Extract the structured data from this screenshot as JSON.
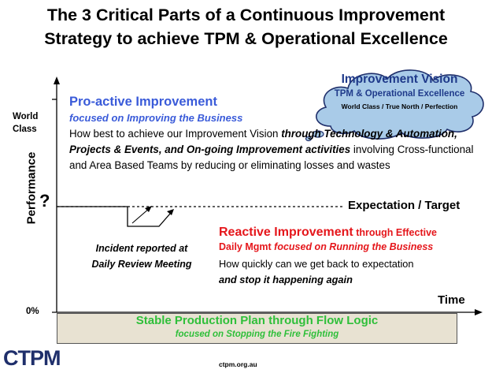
{
  "title": {
    "line1": "The 3 Critical Parts of a Continuous Improvement",
    "line2": "Strategy to achieve TPM & Operational Excellence"
  },
  "cloud": {
    "heading": "Improvement Vision",
    "subheading": "TPM & Operational Excellence",
    "detail": "World Class / True North / Perfection"
  },
  "axis": {
    "y_top_label_line1": "World",
    "y_top_label_line2": "Class",
    "y_title": "Performance",
    "y_marker": "?",
    "y_zero": "0%",
    "x_title": "Time"
  },
  "proactive": {
    "heading": "Pro-active Improvement",
    "subheading": "focused on Improving the Business",
    "body_plain_1": "How best to achieve our Improvement Vision ",
    "body_bold_italic": "through Technology & Automation, Projects & Events, and On-going Improvement activities",
    "body_plain_2": " involving Cross-functional and Area Based Teams by reducing or eliminating losses and wastes"
  },
  "expectation_label": "Expectation / Target",
  "incident": {
    "line1": "Incident reported at",
    "line2": "Daily Review Meeting"
  },
  "reactive": {
    "heading": "Reactive Improvement",
    "heading_suffix": " through Effective",
    "sub_plain": "Daily Mgmt ",
    "sub_italic": "focused on Running the Business",
    "body_line1": "How quickly can we get back to expectation",
    "body_line2": "and stop it happening again"
  },
  "stable": {
    "heading": "Stable Production Plan through Flow Logic",
    "subheading": "focused on Stopping the Fire Fighting"
  },
  "footer": {
    "logo": "CTPM",
    "url": "ctpm.org.au"
  },
  "colors": {
    "proactive": "#3a5bd9",
    "reactive": "#e5161b",
    "stable": "#2fbf3a",
    "cloud_text": "#1f3a8a",
    "stable_fill": "#e8e2d2",
    "logo": "#1f2f6b"
  }
}
